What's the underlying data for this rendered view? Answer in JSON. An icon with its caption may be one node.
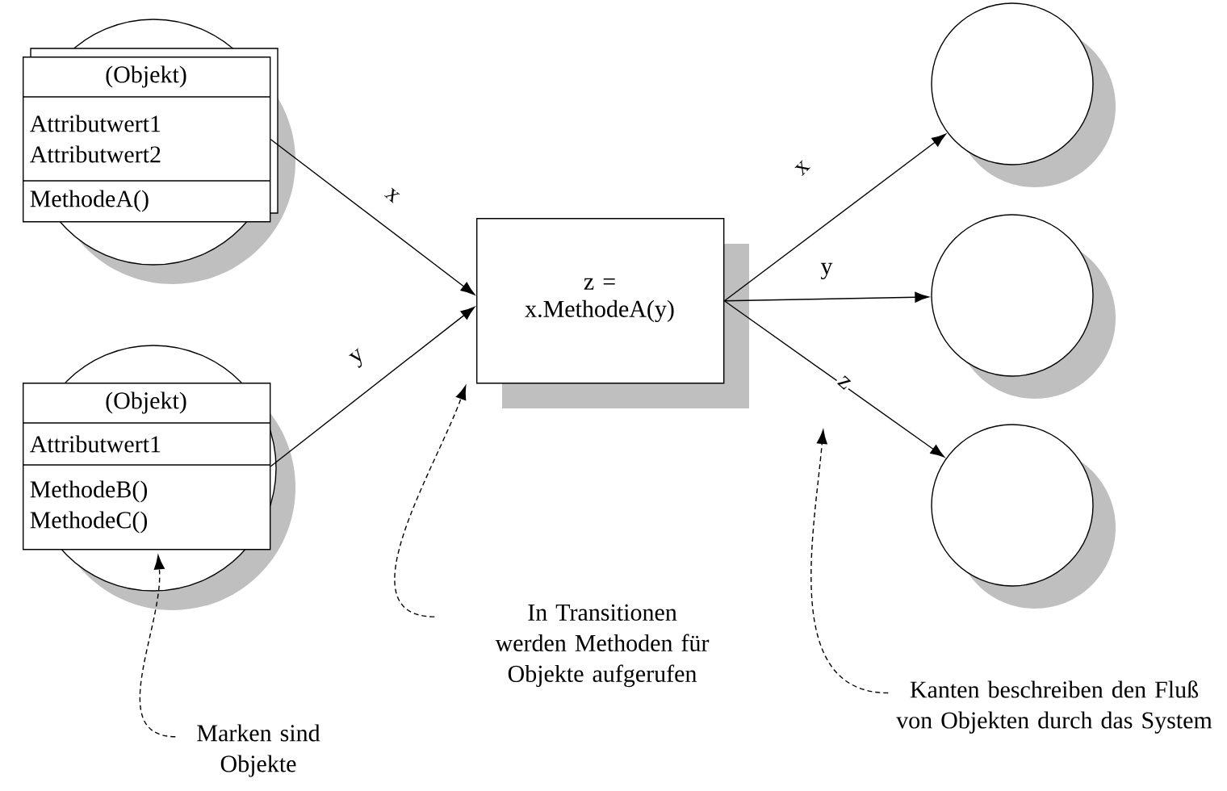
{
  "diagram": {
    "nodes": [
      {
        "text": [
          "(Objekt)",
          "Attributwert1 Attributwert2",
          "MethodeA()"
        ]
      },
      {
        "text": [
          "(Objekt)",
          "Attributwert1",
          "MethodeB() MethodeC()"
        ]
      },
      {
        "text": [
          "z = x.MethodeA(y)"
        ]
      },
      {
        "text": [],
        "shape": "circle"
      },
      {
        "text": [],
        "shape": "circle"
      },
      {
        "text": [],
        "shape": "circle"
      },
      {
        "text": [
          "Marken sind Objekte"
        ]
      },
      {
        "text": [
          "In Transitionen werden Methoden für Objekte aufgerufen"
        ]
      },
      {
        "text": [
          "Kanten beschreiben den Fluß von Objekten durch das System"
        ]
      }
    ],
    "edges": [
      {
        "from": 0,
        "to": 2,
        "arrow": "to",
        "label": "x"
      },
      {
        "from": 1,
        "to": 2,
        "arrow": "to",
        "label": "y"
      },
      {
        "from": 2,
        "to": 3,
        "arrow": "to",
        "label": "x"
      },
      {
        "from": 2,
        "to": 4,
        "arrow": "to",
        "label": "y"
      },
      {
        "from": 2,
        "to": 5,
        "arrow": "to",
        "label": "z"
      },
      {
        "from": 6,
        "to": 1,
        "arrow": "to",
        "style": "dashed"
      },
      {
        "from": 7,
        "to": 2,
        "arrow": "to",
        "style": "dashed"
      },
      {
        "from": 8,
        "to": null,
        "arrow": "to",
        "style": "dashed"
      }
    ]
  }
}
